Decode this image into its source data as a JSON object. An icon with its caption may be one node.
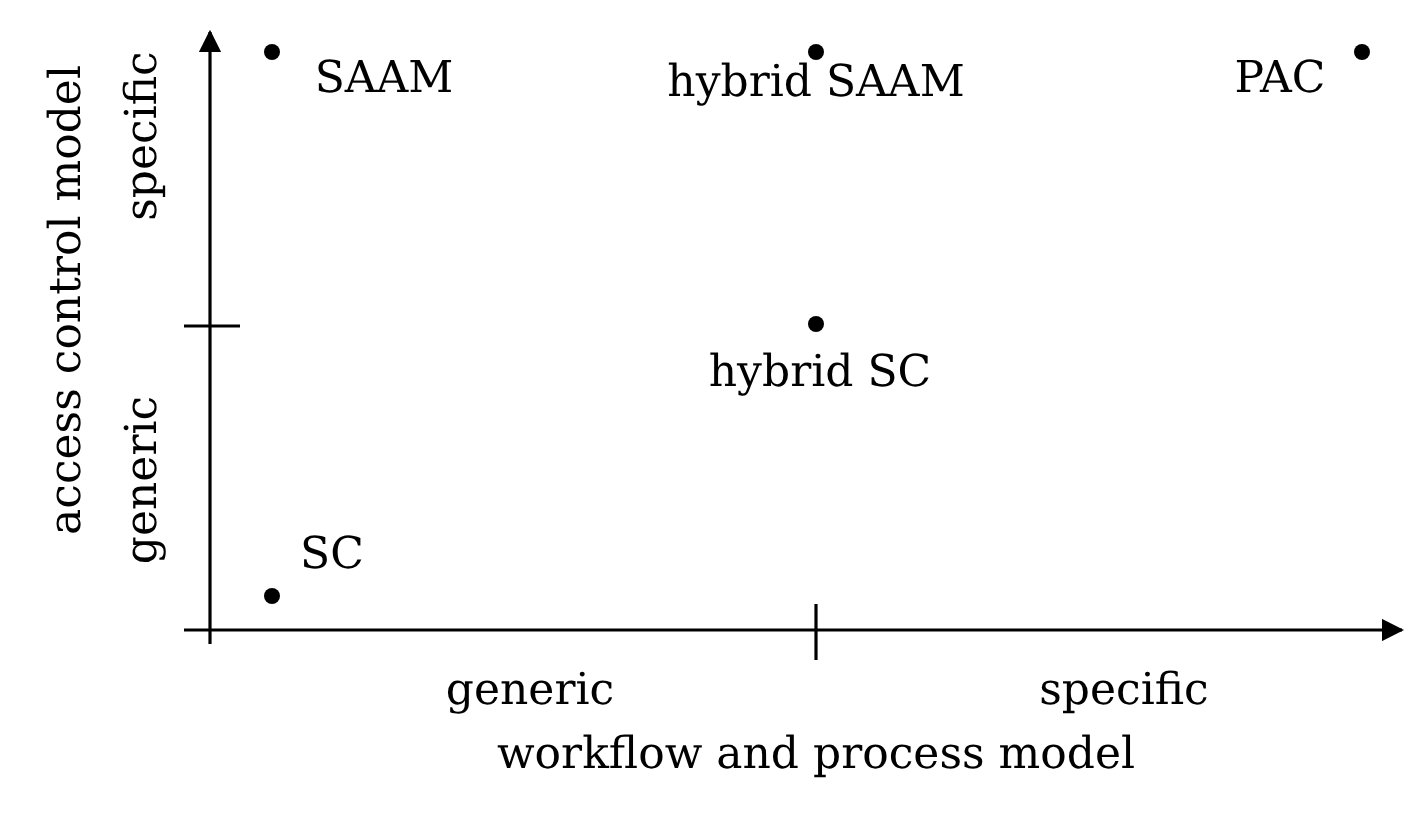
{
  "diagram": {
    "labels": [
      "SAAM",
      "hybrid SAAM",
      "PAC",
      "hybrid SC",
      "SC",
      "access control model",
      "specific",
      "generic",
      "generic",
      "specific",
      "workflow and process model"
    ]
  }
}
